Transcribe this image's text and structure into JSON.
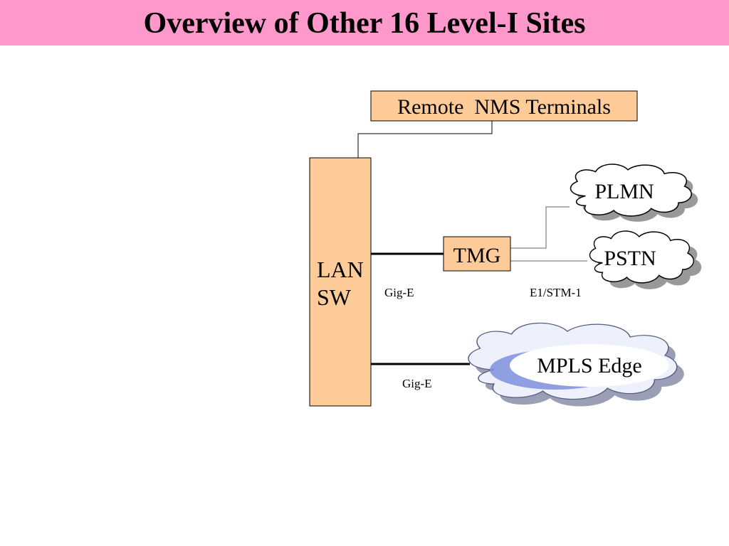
{
  "slide": {
    "title": "Overview of Other 16 Level-I Sites"
  },
  "diagram": {
    "remote_nms": "Remote  NMS Terminals",
    "lan_sw_line1": "LAN",
    "lan_sw_line2": "SW",
    "tmg": "TMG",
    "plmn": "PLMN",
    "pstn": "PSTN",
    "mpls_edge": "MPLS Edge",
    "link_lan_tmg": "Gig-E",
    "link_tmg_clouds": "E1/STM-1",
    "link_lan_mpls": "Gig-E"
  },
  "colors": {
    "title_bg": "#ff99cc",
    "box_fill": "#ffcc99",
    "cloud_shadow": "#999999",
    "mpls_accent": "#6677cc"
  }
}
